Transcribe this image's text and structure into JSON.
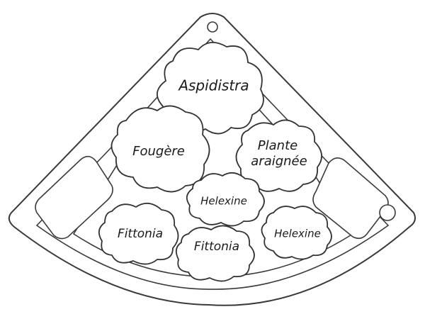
{
  "plants": {
    "aspidistra": "Aspidistra",
    "fougere": "Fougère",
    "plante_line1": "Plante",
    "plante_line2": "araignée",
    "helexine_center": "Helexine",
    "fittonia_left": "Fittonia",
    "fittonia_center": "Fittonia",
    "helexine_right": "Helexine"
  }
}
